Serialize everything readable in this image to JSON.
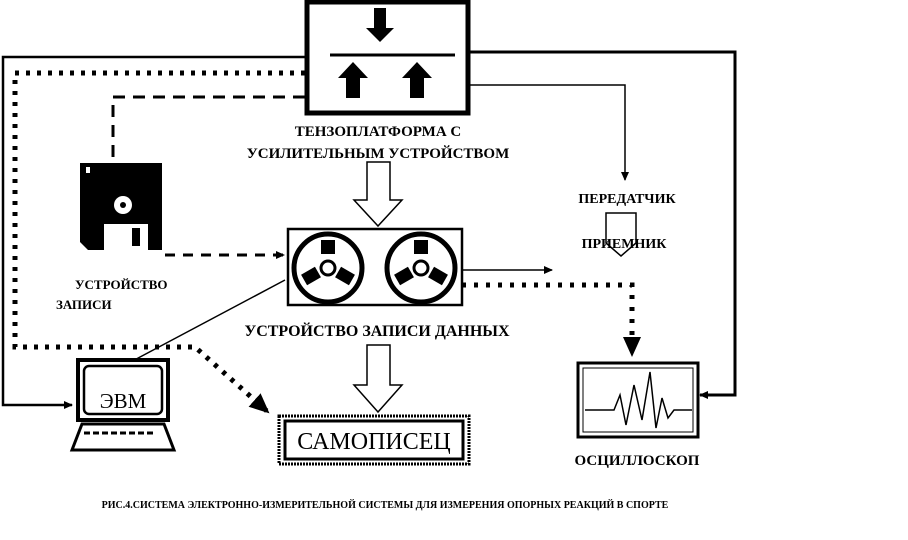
{
  "diagram": {
    "platform_label_line1": "ТЕНЗОПЛАТФОРМА С",
    "platform_label_line2": "УСИЛИТЕЛЬНЫМ УСТРОЙСТВОМ",
    "recorder_label": "УСТРОЙСТВО ЗАПИСИ ДАННЫХ",
    "plotter_label": "САМОПИСЕЦ",
    "floppy_label_line1": "УСТРОЙСТВО",
    "floppy_label_line2": "ЗАПИСИ",
    "computer_label": "ЭВМ",
    "transmitter_label": "ПЕРЕДАТЧИК",
    "receiver_label": "ПРИЕМНИК",
    "oscilloscope_label": "ОСЦИЛЛОСКОП",
    "caption": "РИС.4.СИСТЕМА  ЭЛЕКТРОННО-ИЗМЕРИТЕЛЬНОЙ  СИСТЕМЫ  ДЛЯ ИЗМЕРЕНИЯ  ОПОРНЫХ  РЕАКЦИЙ  В СПОРТЕ"
  }
}
